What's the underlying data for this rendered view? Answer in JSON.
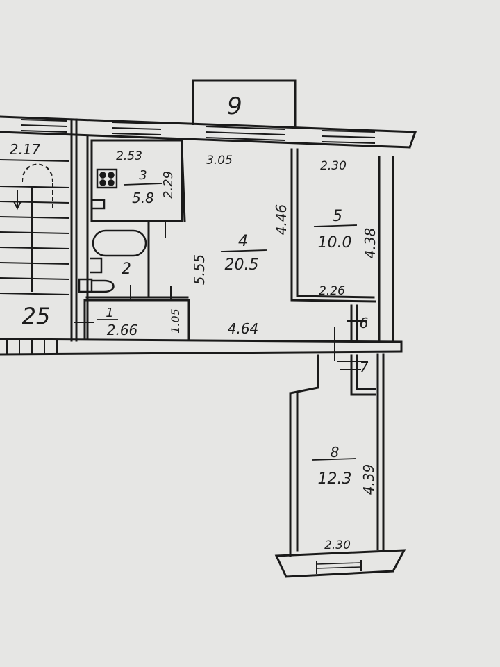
{
  "balcony_upper": {
    "number": "9"
  },
  "stair": {
    "number": "25",
    "width": "2.17"
  },
  "rooms": {
    "r1": {
      "number": "1",
      "dimension": "2.66",
      "side": "1.05"
    },
    "r2": {
      "number": "2"
    },
    "r3": {
      "number": "3",
      "area": "5.8",
      "width": "2.53",
      "depth": "2.29"
    },
    "r4": {
      "number": "4",
      "area": "20.5",
      "width": "3.05",
      "depth": "5.55",
      "depth_right": "4.46",
      "hall": "4.64"
    },
    "r5": {
      "number": "5",
      "area": "10.0",
      "width": "2.30",
      "depth": "4.38",
      "bottom": "2.26"
    },
    "r6": {
      "number": "6"
    },
    "r7": {
      "number": "7"
    },
    "r8": {
      "number": "8",
      "area": "12.3",
      "width": "2.30",
      "depth": "4.39"
    }
  }
}
